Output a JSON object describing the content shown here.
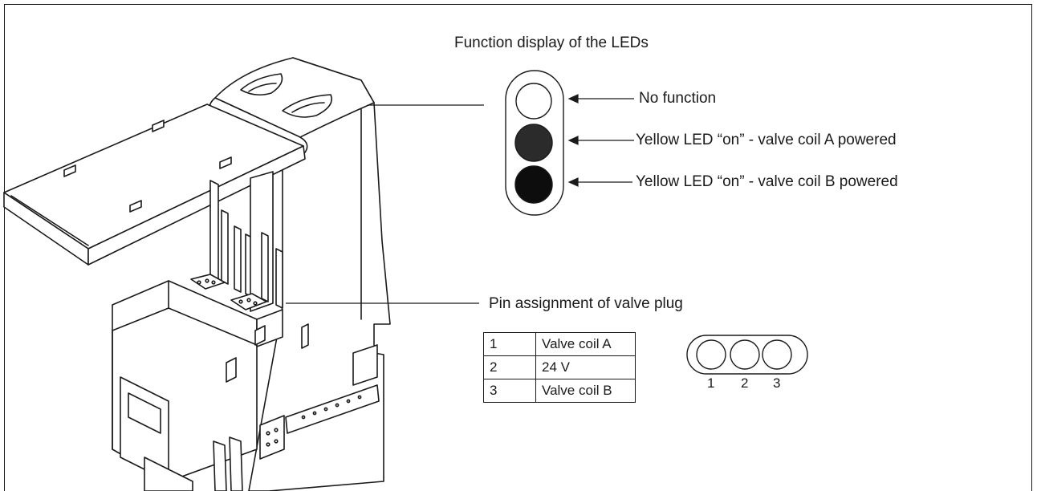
{
  "led_display": {
    "title": "Function display of the LEDs",
    "leds": [
      {
        "state": "off",
        "color": "#ffffff",
        "label": "No function"
      },
      {
        "state": "on",
        "color": "#2b2b2b",
        "label": "Yellow LED “on” - valve coil A powered"
      },
      {
        "state": "on",
        "color": "#0d0d0d",
        "label": "Yellow LED “on” - valve coil B powered"
      }
    ]
  },
  "pin_assignment": {
    "title": "Pin assignment of valve plug",
    "rows": [
      {
        "pin": "1",
        "function": "Valve coil A"
      },
      {
        "pin": "2",
        "function": "24 V"
      },
      {
        "pin": "3",
        "function": "Valve coil B"
      }
    ],
    "plug_pins": [
      "1",
      "2",
      "3"
    ]
  }
}
